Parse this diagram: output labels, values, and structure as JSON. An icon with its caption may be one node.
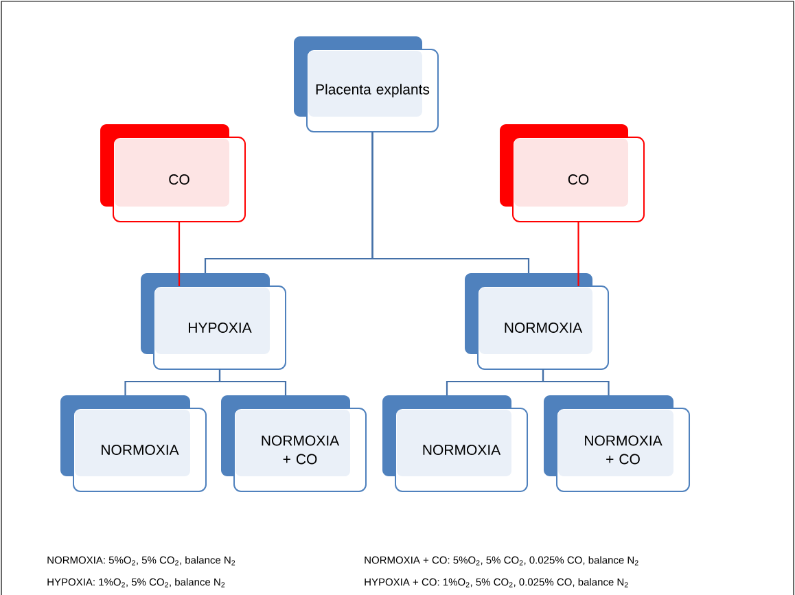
{
  "diagram": {
    "nodes": [
      {
        "text": [
          "Placenta explants"
        ]
      },
      {
        "text": [
          "CO"
        ]
      },
      {
        "text": [
          "CO"
        ]
      },
      {
        "text": [
          "HYPOXIA"
        ]
      },
      {
        "text": [
          "NORMOXIA"
        ]
      },
      {
        "text": [
          "NORMOXIA"
        ]
      },
      {
        "text": [
          "NORMOXIA + CO"
        ]
      },
      {
        "text": [
          "NORMOXIA"
        ]
      },
      {
        "text": [
          "NORMOXIA + CO"
        ]
      }
    ],
    "edges": [
      {
        "from": 0,
        "to": 3,
        "arrow": "none"
      },
      {
        "from": 0,
        "to": 4,
        "arrow": "none"
      },
      {
        "from": 1,
        "to": 3,
        "arrow": "none",
        "color": "#ff0000"
      },
      {
        "from": 2,
        "to": 4,
        "arrow": "none",
        "color": "#ff0000"
      },
      {
        "from": 3,
        "to": 5,
        "arrow": "none"
      },
      {
        "from": 3,
        "to": 6,
        "arrow": "none"
      },
      {
        "from": 4,
        "to": 7,
        "arrow": "none"
      },
      {
        "from": 4,
        "to": 8,
        "arrow": "none"
      }
    ],
    "labels": [
      "NORMOXIA: 5%O$_{2}$, 5% CO$_{2}$, balance N$_{2}$",
      "NORMOXIA + CO: 5%O$_{2}$, 5% CO$_{2}$, 0.025% CO, balance N$_{2}$",
      "HYPOXIA: 1%O$_{2}$, 5% CO$_{2}$, balance N$_{2}$",
      "HYPOXIA + CO: 1%O$_{2}$, 5% CO$_{2}$, 0.025% CO, balance N$_{2}$"
    ]
  }
}
